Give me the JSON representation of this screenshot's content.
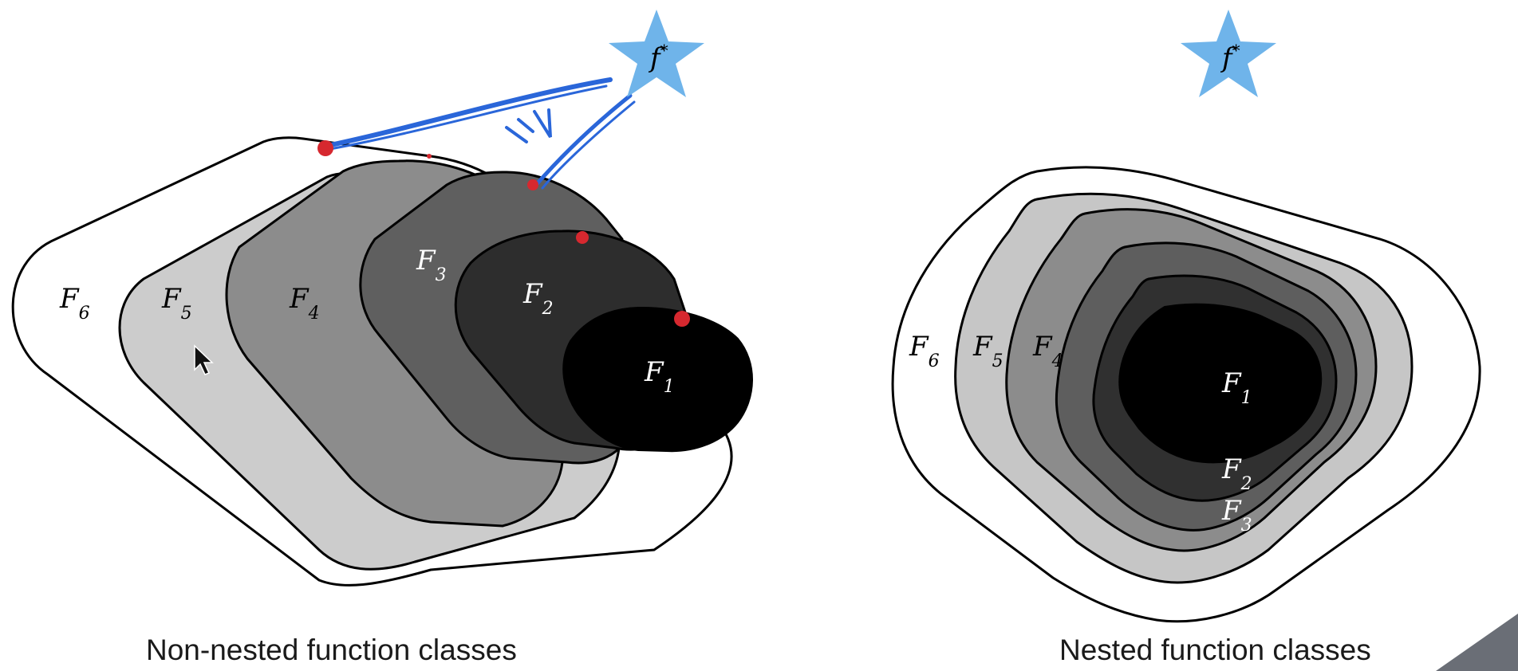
{
  "target": {
    "label": "f",
    "superscript": "*"
  },
  "left_diagram": {
    "caption": "Non-nested function classes",
    "classes": [
      {
        "label": "F",
        "index": "6",
        "fill": "#ffffff",
        "text_color": "#000000"
      },
      {
        "label": "F",
        "index": "5",
        "fill": "#cccccc",
        "text_color": "#000000"
      },
      {
        "label": "F",
        "index": "4",
        "fill": "#8c8c8c",
        "text_color": "#000000"
      },
      {
        "label": "F",
        "index": "3",
        "fill": "#5f5f5f",
        "text_color": "#ffffff"
      },
      {
        "label": "F",
        "index": "2",
        "fill": "#2d2d2d",
        "text_color": "#ffffff"
      },
      {
        "label": "F",
        "index": "1",
        "fill": "#000000",
        "text_color": "#ffffff"
      }
    ]
  },
  "right_diagram": {
    "caption": "Nested function classes",
    "classes": [
      {
        "label": "F",
        "index": "6",
        "fill": "#ffffff",
        "text_color": "#000000"
      },
      {
        "label": "F",
        "index": "5",
        "fill": "#c6c6c6",
        "text_color": "#000000"
      },
      {
        "label": "F",
        "index": "4",
        "fill": "#8c8c8c",
        "text_color": "#000000"
      },
      {
        "label": "F",
        "index": "3",
        "fill": "#5e5e5e",
        "text_color": "#ffffff"
      },
      {
        "label": "F",
        "index": "2",
        "fill": "#303030",
        "text_color": "#ffffff"
      },
      {
        "label": "F",
        "index": "1",
        "fill": "#000000",
        "text_color": "#ffffff"
      }
    ]
  },
  "colors": {
    "star": "#6fb4ea",
    "annotation_blue": "#2a66d9",
    "annotation_red": "#d6282f"
  }
}
